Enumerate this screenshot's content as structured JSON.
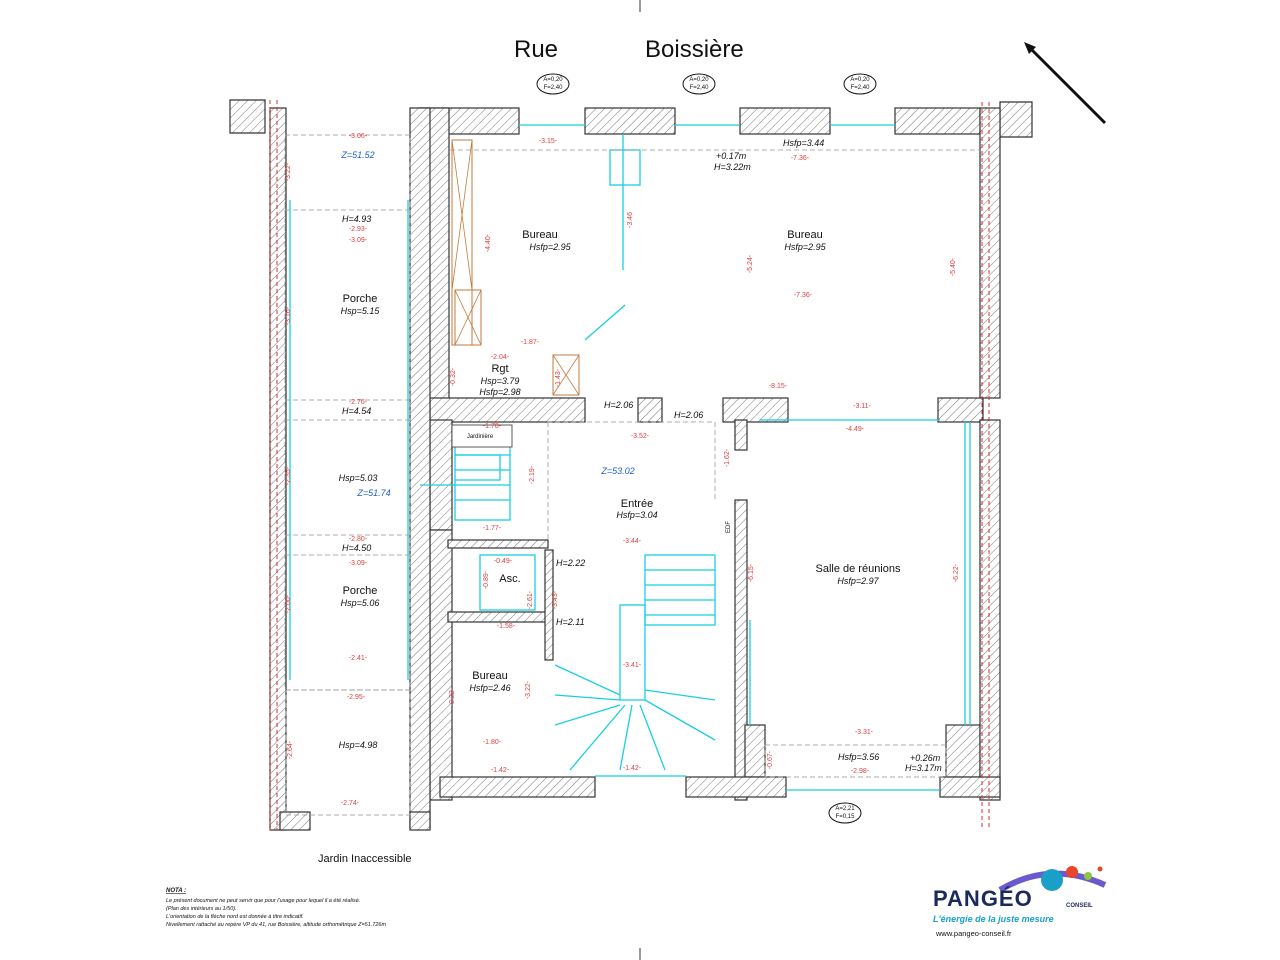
{
  "street": {
    "word1": "Rue",
    "word2": "Boissière"
  },
  "ceiling_tags": [
    {
      "a": "A=0,20",
      "f": "F=2,40"
    },
    {
      "a": "A=0,20",
      "f": "F=2,40"
    },
    {
      "a": "A=0,20",
      "f": "F=2,40"
    },
    {
      "a": "A=2,21",
      "f": "F=0,15"
    }
  ],
  "rooms": {
    "bureau_left": {
      "name": "Bureau",
      "h": "Hsfp=2.95"
    },
    "bureau_right": {
      "name": "Bureau",
      "h": "Hsfp=2.95"
    },
    "rgt": {
      "name": "Rgt",
      "h1": "Hsp=3.79",
      "h2": "Hsfp=2.98"
    },
    "porche_top": {
      "name": "Porche",
      "h": "Hsp=5.15"
    },
    "porche_mid": {
      "h": "Hsp=5.03"
    },
    "porche_bottom": {
      "name": "Porche",
      "h": "Hsp=5.06"
    },
    "room_bottom_left": {
      "h": "Hsp=4.98"
    },
    "entree": {
      "name": "Entrée",
      "h": "Hsfp=3.04"
    },
    "asc": {
      "name": "Asc."
    },
    "bureau_small": {
      "name": "Bureau",
      "h": "Hsfp=2.46"
    },
    "salle": {
      "name": "Salle de réunions",
      "h": "Hsfp=2.97"
    },
    "jardiniere": {
      "name": "Jardinière"
    },
    "edf": {
      "name": "EDF"
    }
  },
  "levels": {
    "z1": "Z=51.52",
    "z2": "Z=51.74",
    "z3": "Z=53.02"
  },
  "heights": {
    "h493": "H=4.93",
    "h454": "H=4.54",
    "h450": "H=4.50",
    "h206a": "H=2.06",
    "h206b": "H=2.06",
    "h222": "H=2.22",
    "h211": "H=2.11",
    "hsfp344": "Hsfp=3.44",
    "p017": "+0.17m",
    "h322": "H=3.22m",
    "hsfp356": "Hsfp=3.56",
    "p026": "+0.26m",
    "h317": "H=3.17m"
  },
  "dims": {
    "d315": "-3.15-",
    "d736a": "-7.36-",
    "d736b": "-7.36-",
    "d440": "-4.40-",
    "d346": "-3.46",
    "d524": "-5.24-",
    "d540": "-5.40-",
    "d306": "-3.06-",
    "d293": "-2.93-",
    "d309a": "-3.09-",
    "d178a": "-1.78-",
    "d204": "-2.04-",
    "d187": "-1.87-",
    "d815": "-8.15-",
    "d311": "-3.11-",
    "d449": "-4.49-",
    "d352": "-3.52-",
    "d162": "-1.62-",
    "d276": "-2.76-",
    "d235": "-2.35-",
    "d177": "-1.77-",
    "d280": "-2.80-",
    "d309b": "-3.09-",
    "d344": "-3.44-",
    "d049": "-0.49-",
    "d158": "-1.58-",
    "d341": "-3.41-",
    "d241": "-2.41-",
    "d295": "-2.95-",
    "d322a": "-3.22-",
    "d222": "-2.22-",
    "d180": "-1.80-",
    "d142a": "-1.42-",
    "d142b": "-1.42-",
    "d274": "-2.74-",
    "d343": "-3.43-",
    "d615": "-6.15-",
    "d622": "-6.22-",
    "d331": "-3.31-",
    "d298": "-2.98-",
    "d067": "-0.67-",
    "d264": "-2.64-",
    "d200": "-2.00-",
    "d316": "-3.16-",
    "d322b": "-3.22-",
    "d032": "-0.32-",
    "d089": "-0.89-",
    "d219": "-2.19-",
    "d143": "-1.43-",
    "d261": "-2.61-"
  },
  "garden_label": "Jardin Inaccessible",
  "note": {
    "title": "NOTA :",
    "lines": [
      "Le présent document ne peut servir que pour l'usage pour lequel il a été réalisé.",
      "(Plan des intérieurs au 1/50).",
      "L'orientation de la flèche nord est donnée à titre indicatif.",
      "Nivellement rattaché au repère VP du 41, rue Boissière, altitude orthométrique Z=51.726m"
    ]
  },
  "logo": {
    "name": "PANGÉO",
    "suffix": "CONSEIL",
    "tagline": "L'énergie de la juste mesure",
    "url": "www.pangeo-conseil.fr"
  }
}
